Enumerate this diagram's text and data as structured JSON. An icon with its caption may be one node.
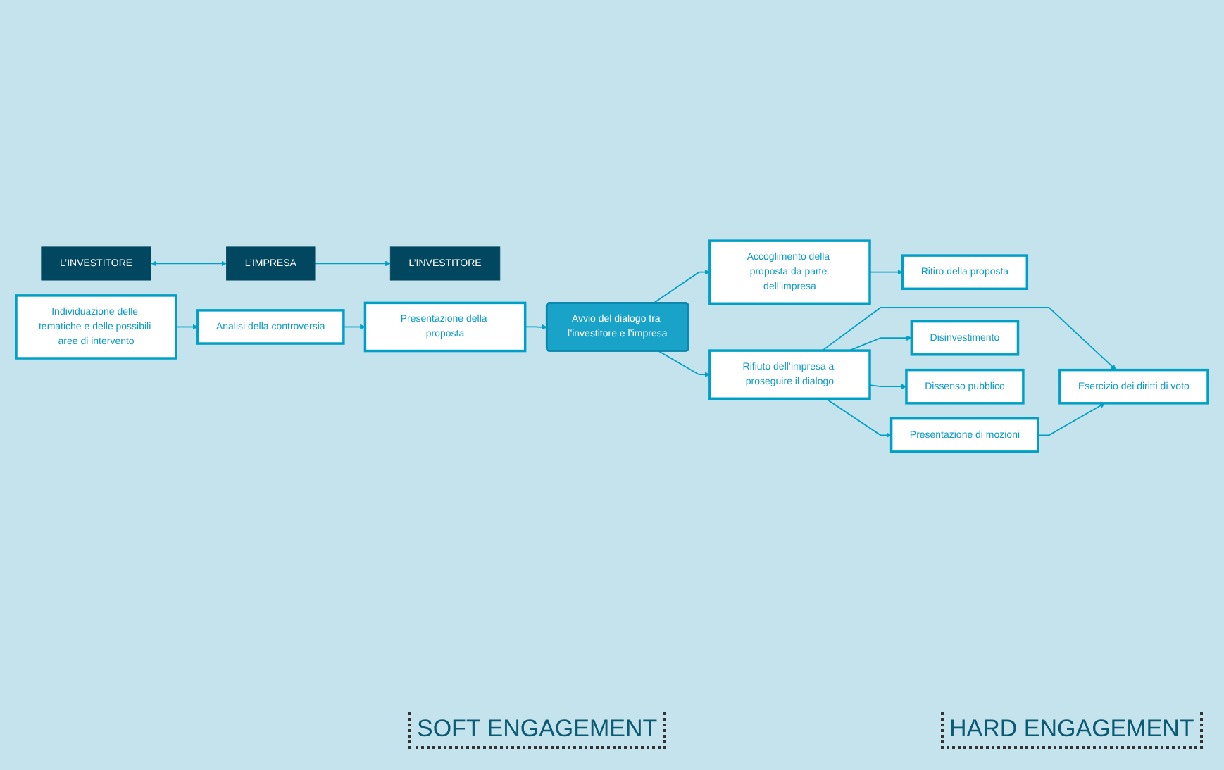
{
  "diagram": {
    "nodes": [
      {
        "text": [
          "L’INVESTITORE"
        ]
      },
      {
        "text": [
          "L’IMPRESA"
        ]
      },
      {
        "text": [
          "L’INVESTITORE"
        ]
      },
      {
        "text": [
          "Individuazione delle tematiche e delle possibili aree di intervento"
        ]
      },
      {
        "text": [
          "Analisi della controversia"
        ]
      },
      {
        "text": [
          "Presentazione della proposta"
        ]
      },
      {
        "text": [
          "Avvio del dialogo tra l’investitore e l’impresa"
        ]
      },
      {
        "text": [
          "Accoglimento della proposta da parte dell’impresa"
        ]
      },
      {
        "text": [
          "Ritiro della proposta"
        ]
      },
      {
        "text": [
          "Rifiuto dell’impresa a proseguire il dialogo"
        ]
      },
      {
        "text": [
          "Presentazione di mozioni"
        ]
      },
      {
        "text": [
          "Esercizio dei diritti di voto"
        ]
      },
      {
        "text": [
          "Disinvestimento"
        ]
      },
      {
        "text": [
          "Dissenso pubblico"
        ]
      }
    ],
    "edges": [
      {
        "from": 0,
        "to": 1,
        "arrow": "both"
      },
      {
        "from": 1,
        "to": 2,
        "arrow": "to"
      },
      {
        "from": 3,
        "to": 4,
        "arrow": "to"
      },
      {
        "from": 4,
        "to": 5,
        "arrow": "to"
      },
      {
        "from": 5,
        "to": 6,
        "arrow": "to"
      },
      {
        "from": 6,
        "to": 7,
        "arrow": "to"
      },
      {
        "from": 6,
        "to": 9,
        "arrow": "to"
      },
      {
        "from": 7,
        "to": 8,
        "arrow": "to"
      },
      {
        "from": 9,
        "to": 10,
        "arrow": "to"
      },
      {
        "from": 9,
        "to": 11,
        "arrow": "to"
      },
      {
        "from": 9,
        "to": 12,
        "arrow": "to"
      },
      {
        "from": 9,
        "to": 13,
        "arrow": "to"
      },
      {
        "from": 10,
        "to": 11,
        "arrow": "to"
      }
    ],
    "labels": [
      "SOFT ENGAGEMENT",
      "HARD ENGAGEMENT"
    ]
  }
}
